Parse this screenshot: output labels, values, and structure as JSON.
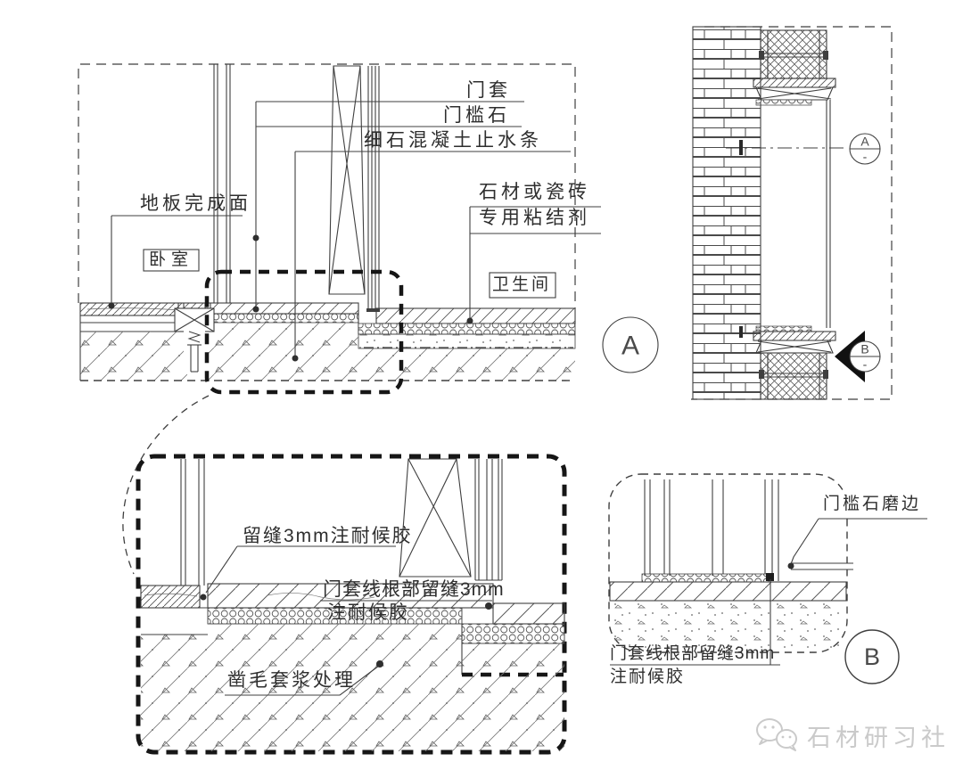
{
  "drawing": {
    "main_section": {
      "door_frame_label": "门套",
      "threshold_stone_label": "门槛石",
      "waterstop_label": "细石混凝土止水条",
      "floor_finish_label": "地板完成面",
      "bedroom_label": "卧室",
      "stone_or_tile_label": "石材或瓷砖",
      "adhesive_label": "专用粘结剂",
      "bathroom_label": "卫生间",
      "detail_marker": "A"
    },
    "plan_view": {
      "section_marker_a": {
        "letter": "A",
        "number": "-"
      },
      "section_marker_b": {
        "letter": "B",
        "number": "-"
      }
    },
    "detail_a": {
      "gap_sealant_label": "留缝3mm注耐候胶",
      "casing_root_gap_label_line1": "门套线根部留缝3mm",
      "casing_root_gap_label_line2": "注耐候胶",
      "roughening_label": "凿毛套浆处理"
    },
    "detail_b": {
      "edge_grinding_label": "门槛石磨边",
      "casing_root_gap_label_line1": "门套线根部留缝3mm",
      "casing_root_gap_label_line2": "注耐候胶",
      "detail_marker": "B"
    },
    "watermark": {
      "text": "石材研习社",
      "icon": "wechat-icon"
    },
    "colors": {
      "line": "#3f3f3f",
      "text": "#2e2e2e",
      "watermark": "#cacaca",
      "background": "#ffffff"
    }
  }
}
